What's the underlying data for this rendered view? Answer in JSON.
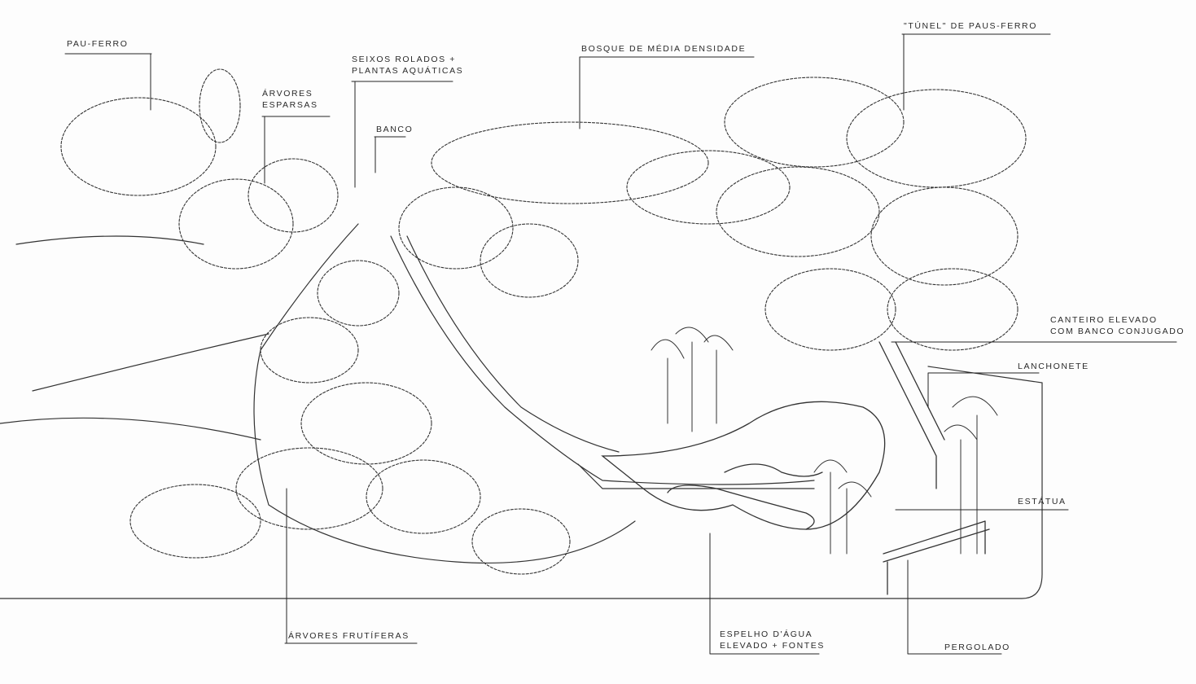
{
  "labels": {
    "pau_ferro": "Pau-Ferro",
    "arvores_esparsas_1": "Árvores",
    "arvores_esparsas_2": "Esparsas",
    "seixos_1": "Seixos Rolados +",
    "seixos_2": "Plantas Aquáticas",
    "banco": "Banco",
    "bosque": "Bosque de Média Densidade",
    "tunel": "\"Túnel\" de Paus-Ferro",
    "canteiro_1": "Canteiro Elevado",
    "canteiro_2": "com Banco Conjugado",
    "lanchonete": "Lanchonete",
    "estatua": "Estátua",
    "pergolado": "Pergolado",
    "espelho_1": "Espelho D'Água",
    "espelho_2": "Elevado + Fontes",
    "frutiferas": "Árvores Frutíferas"
  },
  "colors": {
    "ink": "#2a2a2a",
    "paper": "#fdfdfd"
  }
}
